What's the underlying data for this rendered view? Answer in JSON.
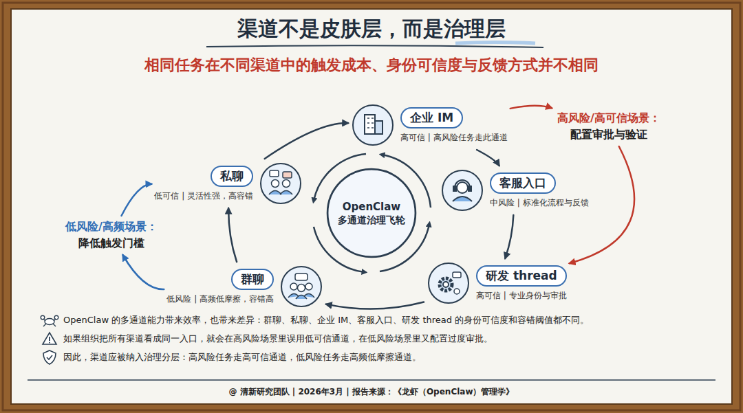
{
  "diagram": {
    "title": "渠道不是皮肤层，而是治理层",
    "nodes": [
      {
        "text": [
          "企业 IM",
          "高可信 | 高风险任务走此通道"
        ]
      },
      {
        "text": [
          "客服入口",
          "中风险 | 标准化流程与反馈"
        ]
      },
      {
        "text": [
          "研发 thread",
          "高可信 | 专业身份与审批"
        ]
      },
      {
        "text": [
          "群聊",
          "低风险 | 高频低摩擦，容错高"
        ]
      },
      {
        "text": [
          "私聊",
          "低可信 | 灵活性强，高容错"
        ]
      },
      {
        "text": [
          "OpenClaw",
          "多通道治理飞轮"
        ]
      },
      {
        "text": [
          "高风险/高可信场景：",
          "配置审批与验证"
        ]
      },
      {
        "text": [
          "低风险/高频场景：",
          "降低触发门槛"
        ]
      }
    ],
    "edges": [
      {
        "from": 0,
        "to": 1,
        "arrow": "to"
      },
      {
        "from": 1,
        "to": 2,
        "arrow": "to"
      },
      {
        "from": 2,
        "to": 3,
        "arrow": "to"
      },
      {
        "from": 3,
        "to": 4,
        "arrow": "to"
      },
      {
        "from": 4,
        "to": 0,
        "arrow": "to"
      },
      {
        "from": 0,
        "to": 6,
        "arrow": "to"
      },
      {
        "from": 6,
        "to": 2,
        "arrow": "to"
      },
      {
        "from": 3,
        "to": 7,
        "arrow": "to"
      },
      {
        "from": 7,
        "to": 4,
        "arrow": "to"
      }
    ],
    "labels": [
      "相同任务在不同渠道中的触发成本、身份可信度与反馈方式并不相同",
      "OpenClaw 的多通道能力带来效率，也带来差异：群聊、私聊、企业 IM、客服入口、研发 thread 的身份可信度和容错阈值都不同。",
      "如果组织把所有渠道看成同一入口，就会在高风险场景里误用低可信通道，在低风险场景里又配置过度审批。",
      "因此，渠道应被纳入治理分层：高风险任务走高可信通道，低风险任务走高频低摩擦通道。",
      "@ 清新研究团队 | 2026年3月 | 报告来源：《龙虾（OpenClaw）管理学》"
    ]
  }
}
